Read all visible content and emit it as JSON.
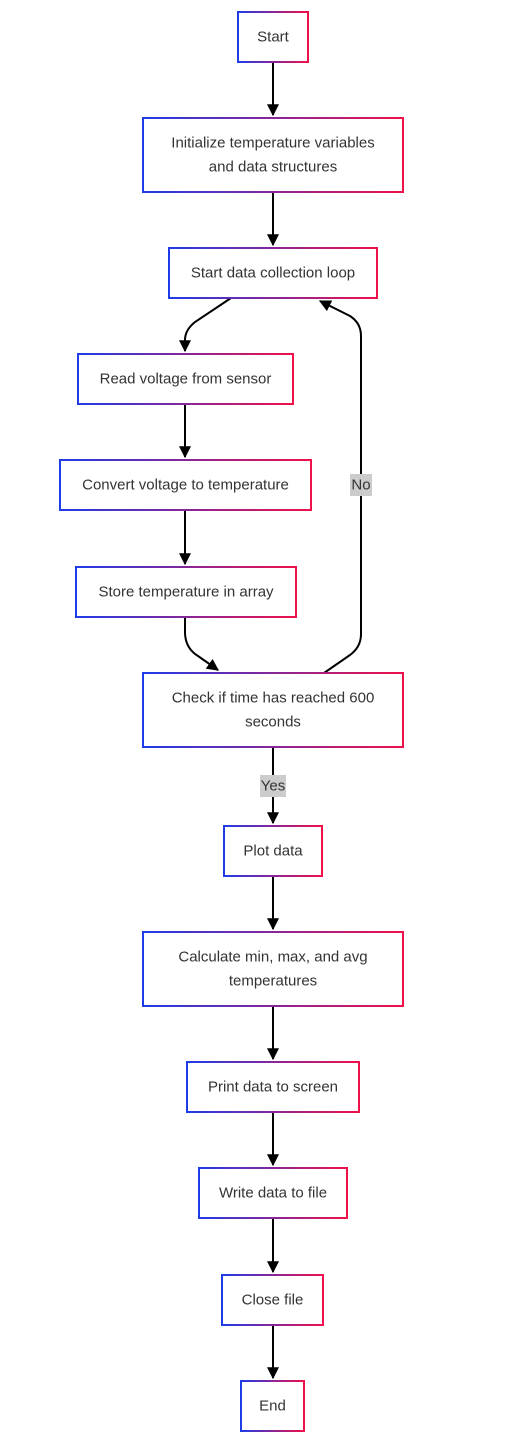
{
  "diagram": {
    "colors": {
      "border_start": "#1e3ce8",
      "border_end": "#f0104a",
      "arrow": "#000000",
      "edge_label_bg": "#cccccc",
      "text": "#333333"
    },
    "nodes": {
      "start": {
        "lines": [
          "Start"
        ]
      },
      "init": {
        "lines": [
          "Initialize temperature variables",
          "and data structures"
        ]
      },
      "loop": {
        "lines": [
          "Start data collection loop"
        ]
      },
      "read": {
        "lines": [
          "Read voltage from sensor"
        ]
      },
      "convert": {
        "lines": [
          "Convert voltage to temperature"
        ]
      },
      "store": {
        "lines": [
          "Store temperature in array"
        ]
      },
      "check": {
        "lines": [
          "Check if time has reached 600",
          "seconds"
        ]
      },
      "plot": {
        "lines": [
          "Plot data"
        ]
      },
      "calc": {
        "lines": [
          "Calculate min, max, and avg",
          "temperatures"
        ]
      },
      "print": {
        "lines": [
          "Print data to screen"
        ]
      },
      "write": {
        "lines": [
          "Write data to file"
        ]
      },
      "close": {
        "lines": [
          "Close file"
        ]
      },
      "end": {
        "lines": [
          "End"
        ]
      }
    },
    "edge_labels": {
      "no": "No",
      "yes": "Yes"
    }
  }
}
